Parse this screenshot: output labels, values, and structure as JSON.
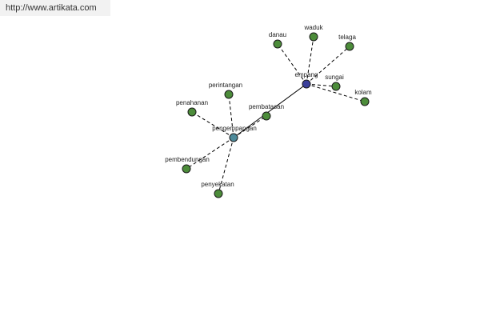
{
  "watermark": {
    "url": "http://www.artikata.com"
  },
  "colors": {
    "leaf": "#4c8c3a",
    "hub": "#4d8a9a",
    "root": "#3a3f9a"
  },
  "graph": {
    "nodes": [
      {
        "id": "empang",
        "label": "empang",
        "kind": "root"
      },
      {
        "id": "pengempangan",
        "label": "pengempangan",
        "kind": "hub"
      },
      {
        "id": "danau",
        "label": "danau",
        "kind": "leaf"
      },
      {
        "id": "waduk",
        "label": "waduk",
        "kind": "leaf"
      },
      {
        "id": "telaga",
        "label": "telaga",
        "kind": "leaf"
      },
      {
        "id": "sungai",
        "label": "sungai",
        "kind": "leaf"
      },
      {
        "id": "kolam",
        "label": "kolam",
        "kind": "leaf"
      },
      {
        "id": "perintangan",
        "label": "perintangan",
        "kind": "leaf"
      },
      {
        "id": "penahanan",
        "label": "penahanan",
        "kind": "leaf"
      },
      {
        "id": "pembatasan",
        "label": "pembatasan",
        "kind": "leaf"
      },
      {
        "id": "pembendungan",
        "label": "pembendungan",
        "kind": "leaf"
      },
      {
        "id": "penyekatan",
        "label": "penyekatan",
        "kind": "leaf"
      }
    ],
    "edges": [
      {
        "from": "empang",
        "to": "pengempangan",
        "style": "solid"
      },
      {
        "from": "empang",
        "to": "danau",
        "style": "dashed"
      },
      {
        "from": "empang",
        "to": "waduk",
        "style": "dashed"
      },
      {
        "from": "empang",
        "to": "telaga",
        "style": "dashed"
      },
      {
        "from": "empang",
        "to": "sungai",
        "style": "dashed"
      },
      {
        "from": "empang",
        "to": "kolam",
        "style": "dashed"
      },
      {
        "from": "pengempangan",
        "to": "perintangan",
        "style": "dashed"
      },
      {
        "from": "pengempangan",
        "to": "penahanan",
        "style": "dashed"
      },
      {
        "from": "pengempangan",
        "to": "pembatasan",
        "style": "dashed"
      },
      {
        "from": "pengempangan",
        "to": "pembendungan",
        "style": "dashed"
      },
      {
        "from": "pengempangan",
        "to": "penyekatan",
        "style": "dashed"
      }
    ]
  }
}
